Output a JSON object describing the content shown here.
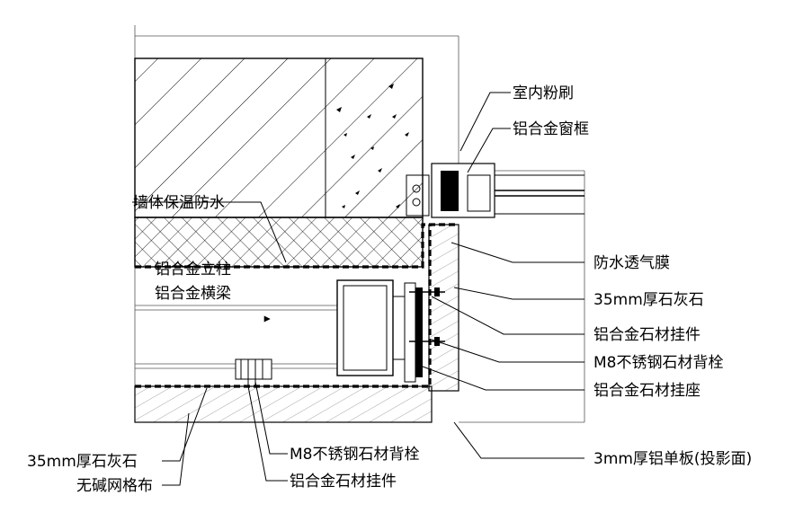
{
  "labels": {
    "interior_plaster": "室内粉刷",
    "aluminum_window_frame": "铝合金窗框",
    "wall_insulation_waterproof": "墙体保温防水",
    "waterproof_breathable_membrane": "防水透气膜",
    "aluminum_mullion": "铝合金立柱",
    "aluminum_transom": "铝合金横梁",
    "limestone_35mm_right": "35mm厚石灰石",
    "aluminum_stone_hanger_right": "铝合金石材挂件",
    "m8_stainless_anchor_right": "M8不锈钢石材背栓",
    "aluminum_stone_seat": "铝合金石材挂座",
    "limestone_35mm_bottom": "35mm厚石灰石",
    "alkali_free_mesh": "无碱网格布",
    "m8_stainless_anchor_bottom": "M8不锈钢石材背栓",
    "aluminum_stone_hanger_bottom": "铝合金石材挂件",
    "aluminum_panel_3mm": "3mm厚铝单板(投影面)"
  },
  "colors": {
    "line": "#000000",
    "background": "#ffffff"
  }
}
